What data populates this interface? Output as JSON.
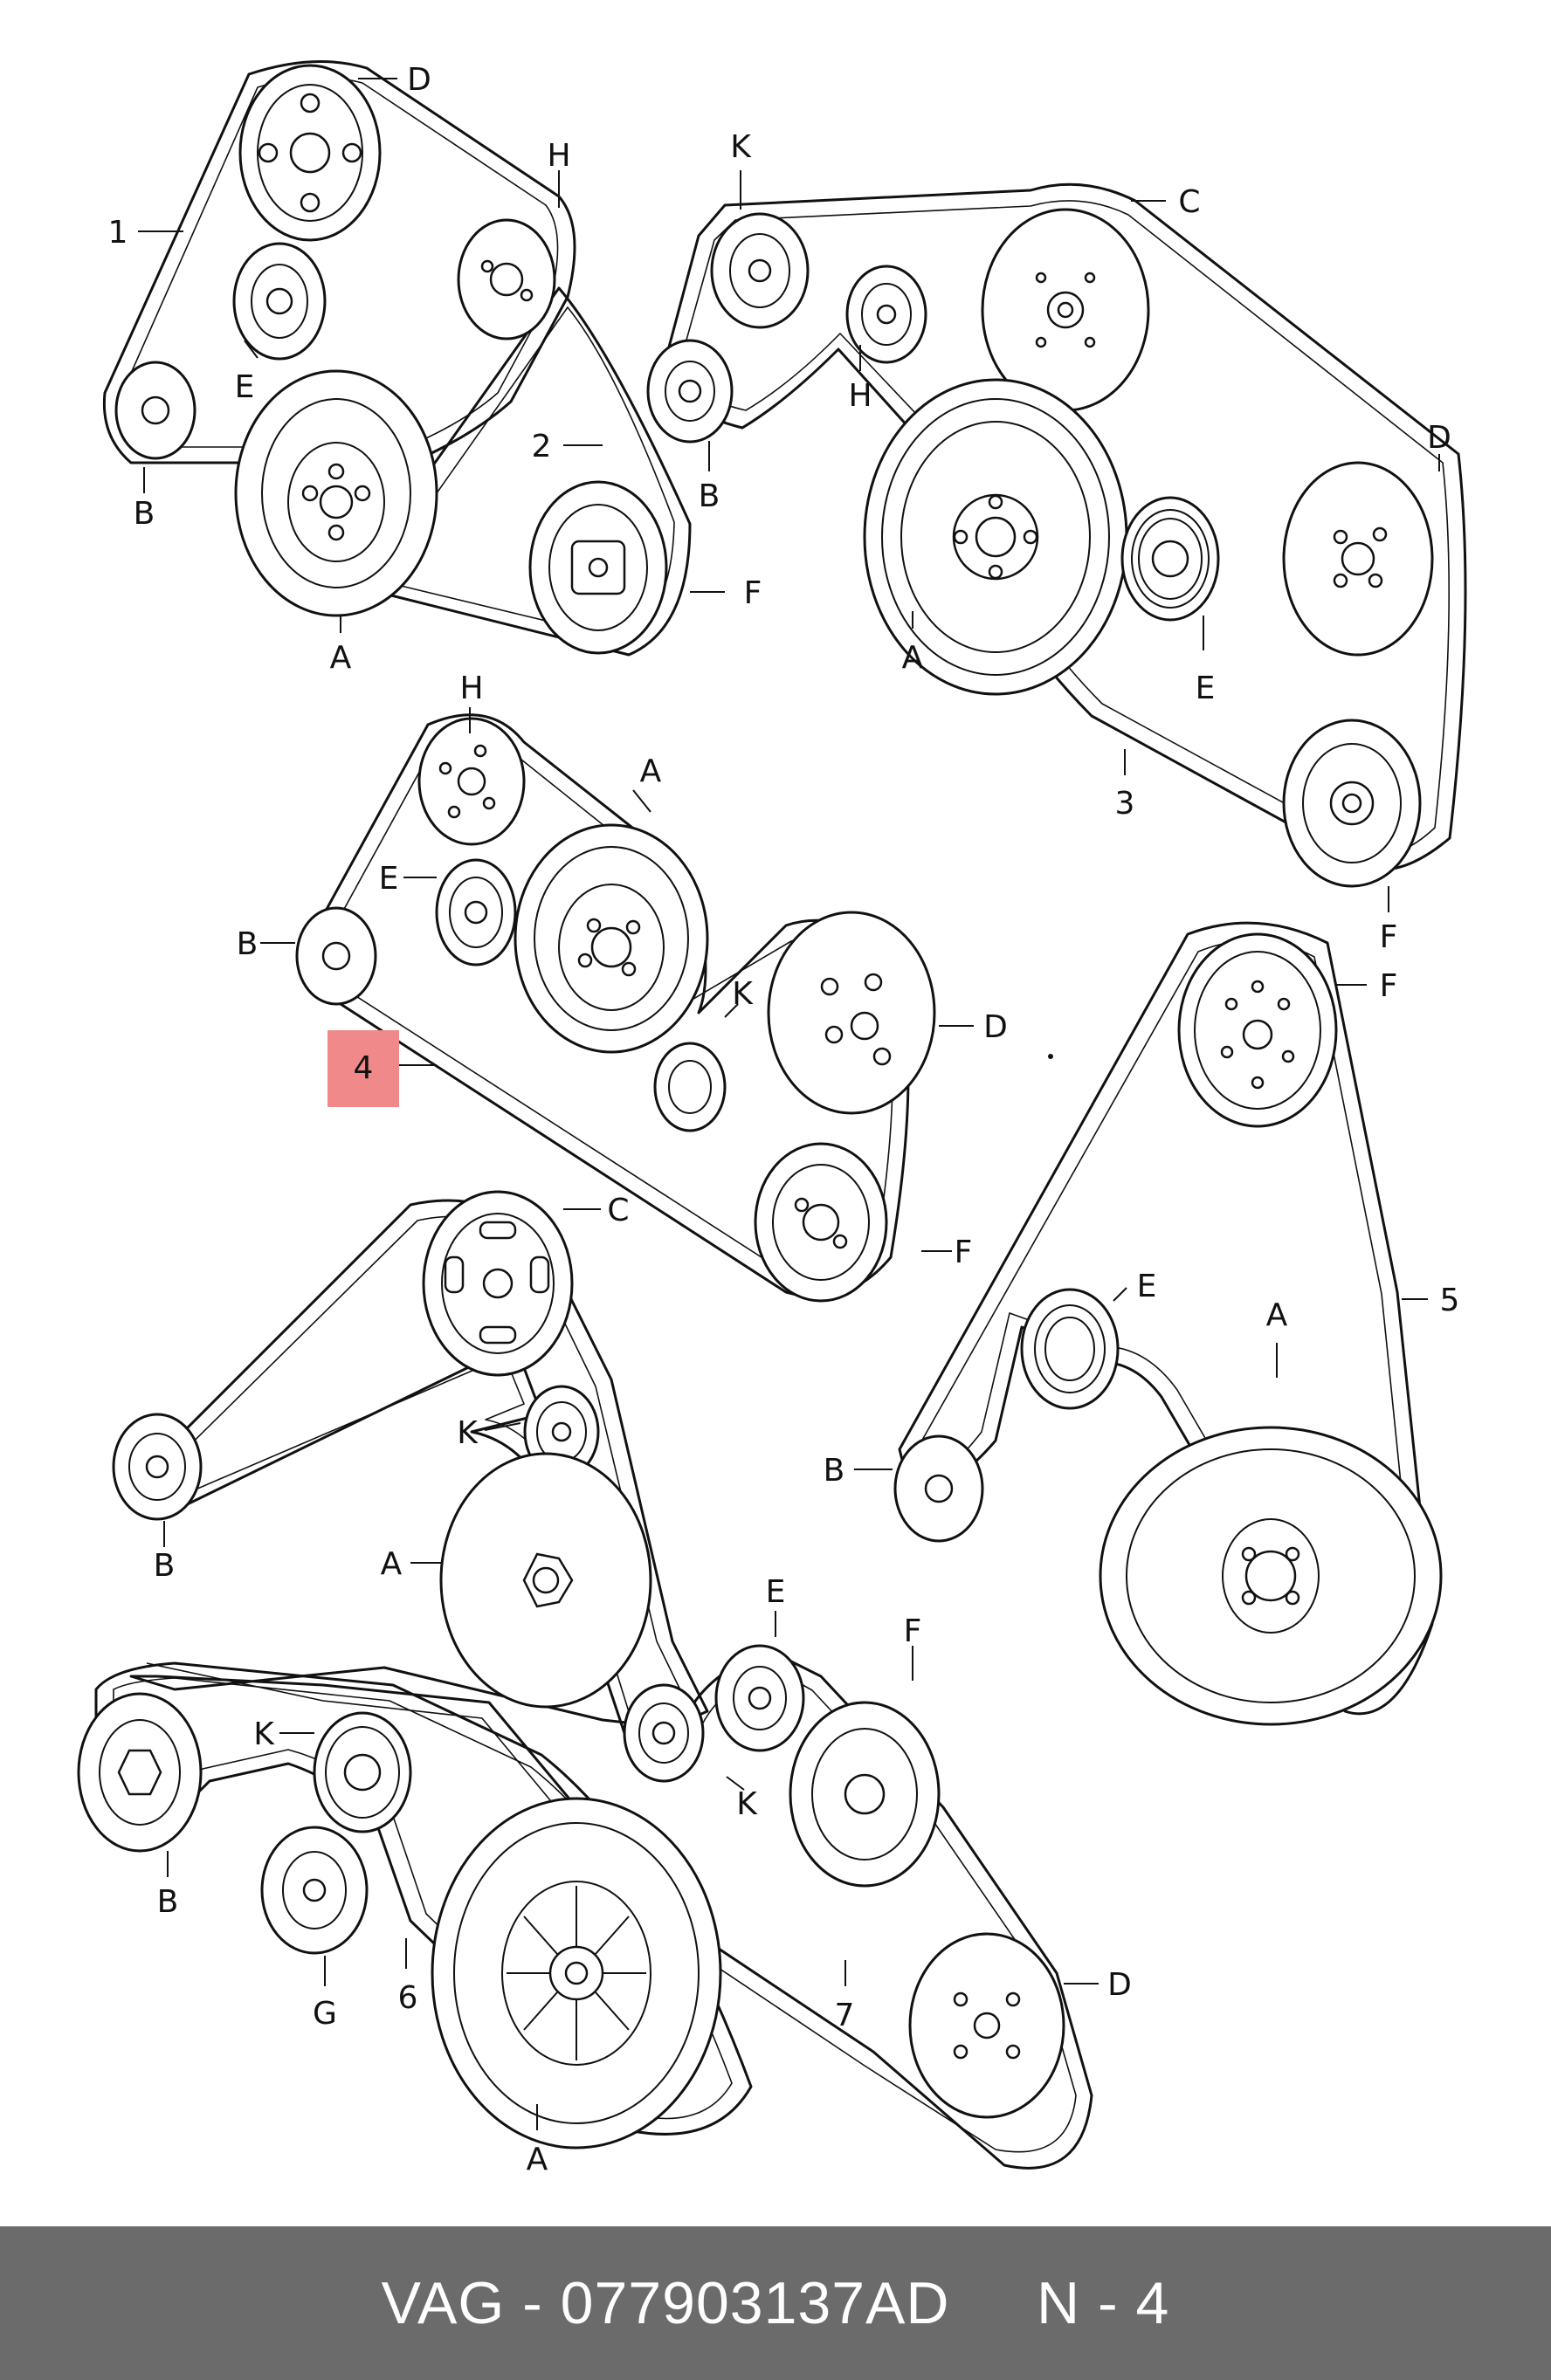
{
  "labels": {
    "belt_1": "1",
    "belt_2": "2",
    "belt_3": "3",
    "belt_4": "4",
    "belt_5": "5",
    "belt_6": "6",
    "belt_7": "7",
    "A": "A",
    "B": "B",
    "C": "C",
    "D": "D",
    "E": "E",
    "F": "F",
    "G": "G",
    "H": "H",
    "K": "K"
  },
  "highlight_color": "#f08a8a",
  "footer": {
    "brand": "VAG",
    "separator": " - ",
    "part_number": "077903137AD",
    "position": "N - 4",
    "background": "#6b6b6b"
  }
}
